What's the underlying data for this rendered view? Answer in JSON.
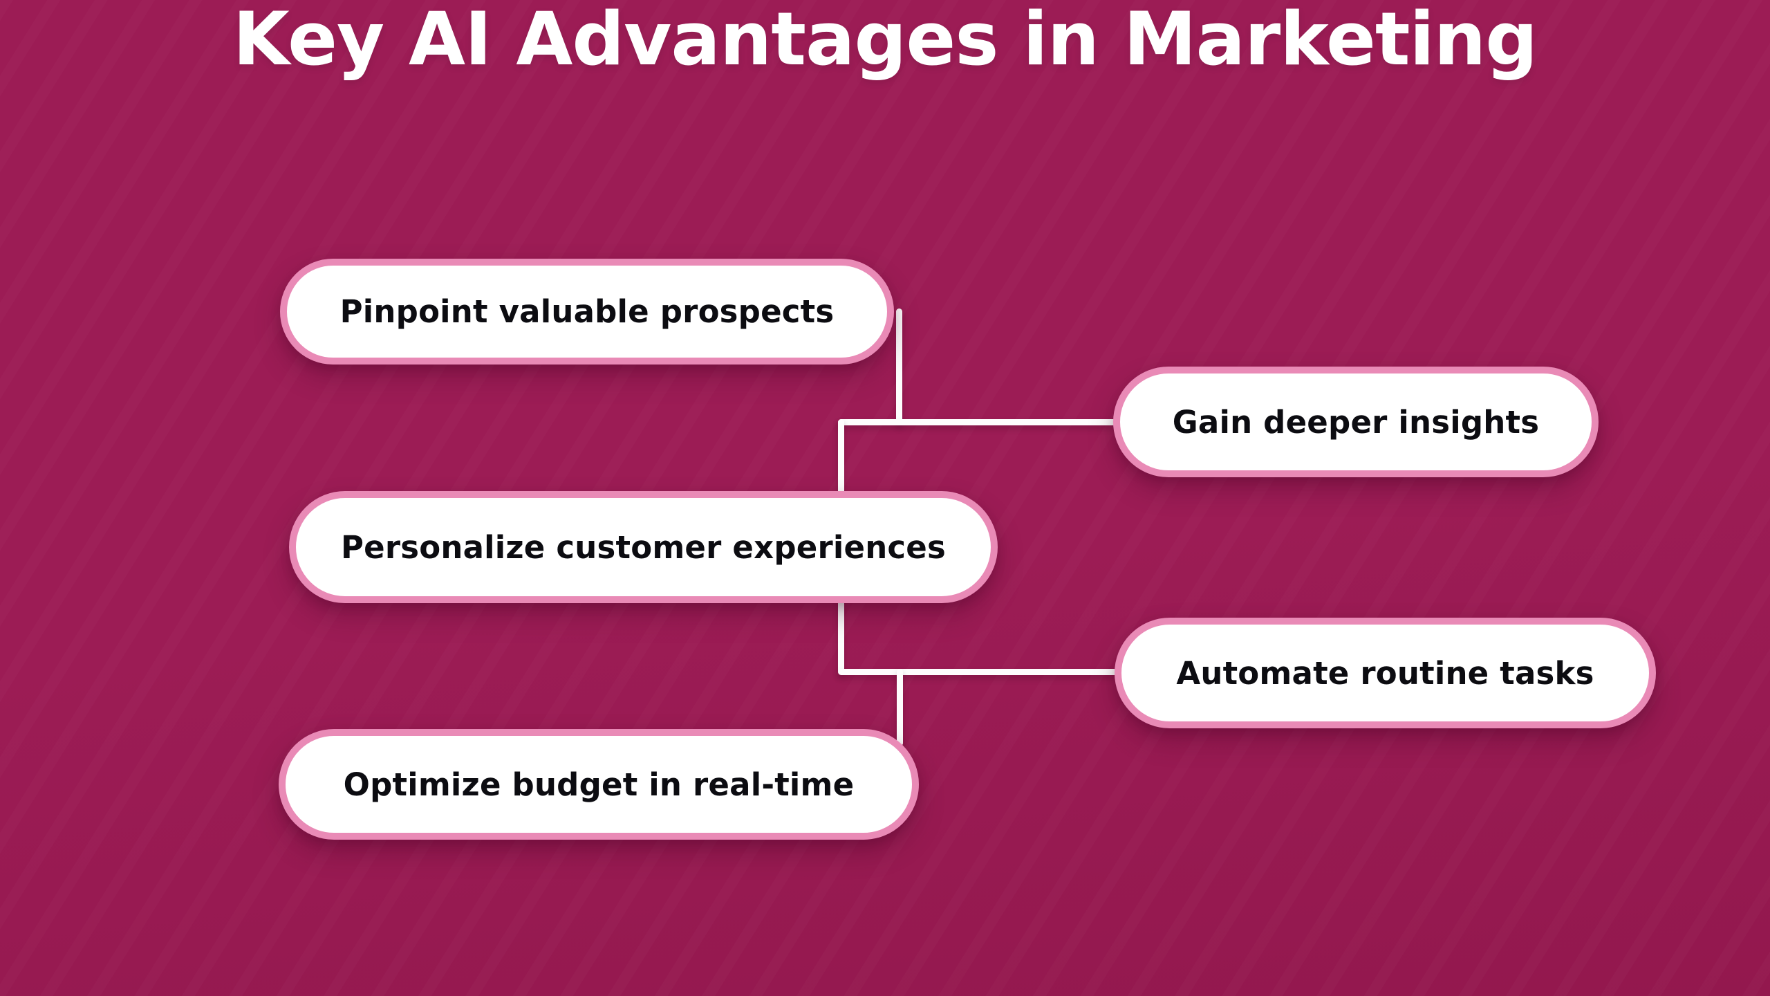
{
  "title": "Key AI Advantages in Marketing",
  "diagram": {
    "type": "mindmap",
    "nodes": [
      {
        "id": "pinpoint",
        "label": "Pinpoint valuable prospects"
      },
      {
        "id": "gain",
        "label": "Gain deeper insights"
      },
      {
        "id": "personalize",
        "label": "Personalize customer experiences"
      },
      {
        "id": "automate",
        "label": "Automate routine tasks"
      },
      {
        "id": "optimize",
        "label": "Optimize budget in real-time"
      }
    ],
    "connections": [
      {
        "from": "pinpoint",
        "to": "gain"
      },
      {
        "from": "pinpoint",
        "to": "personalize"
      },
      {
        "from": "personalize",
        "to": "automate"
      },
      {
        "from": "personalize",
        "to": "optimize"
      }
    ]
  },
  "colors": {
    "background": "#9c1c55",
    "background_bottom": "#93184e",
    "node_fill": "#ffffff",
    "node_border": "#e98ab6",
    "node_text": "#0c0c11",
    "title_text": "#ffffff",
    "connector": "#fdfdfd"
  }
}
